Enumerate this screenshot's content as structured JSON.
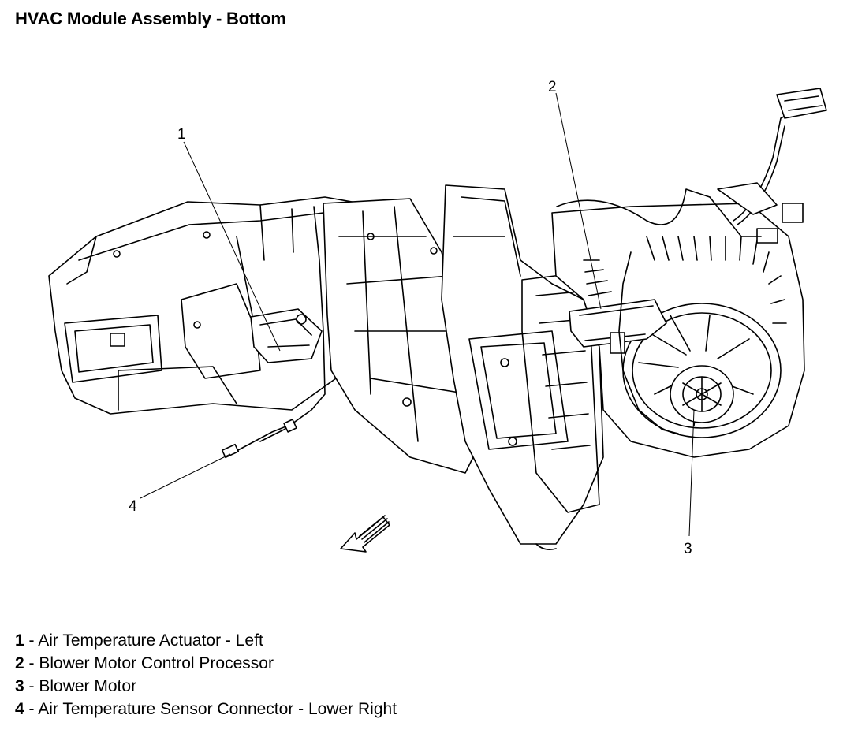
{
  "title": "HVAC Module Assembly - Bottom",
  "callouts": [
    "1",
    "2",
    "3",
    "4"
  ],
  "legend": [
    {
      "num": "1",
      "sep": " - ",
      "text": "Air Temperature Actuator - Left"
    },
    {
      "num": "2",
      "sep": " - ",
      "text": "Blower Motor Control Processor"
    },
    {
      "num": "3",
      "sep": " - ",
      "text": "Blower Motor"
    },
    {
      "num": "4",
      "sep": " - ",
      "text": "Air Temperature Sensor Connector - Lower Right"
    }
  ]
}
